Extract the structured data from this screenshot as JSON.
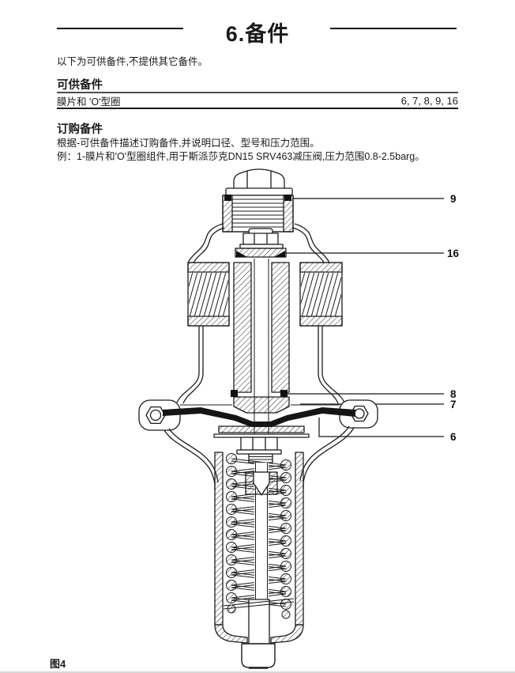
{
  "page": {
    "title": "6.备件",
    "intro": "以下为可供备件,不提供其它备件。"
  },
  "available": {
    "heading": "可供备件",
    "rows": [
      {
        "item": "膜片和 'O'型圈",
        "parts": "6, 7, 8, 9, 16"
      }
    ]
  },
  "ordering": {
    "heading": "订购备件",
    "instruction": "根据-可供备件描述订购备件,并说明口径、型号和压力范围。",
    "example": "例：1-膜片和'O'型圈组件,用于斯派莎克DN15 SRV463减压阀,压力范围0.8-2.5barg。"
  },
  "figure": {
    "caption": "图4",
    "callouts": [
      {
        "label": "9"
      },
      {
        "label": "16"
      },
      {
        "label": "8"
      },
      {
        "label": "7"
      },
      {
        "label": "6"
      }
    ],
    "colors": {
      "ink": "#1c1c1c",
      "paper": "#ffffff",
      "seal": "#111111",
      "leader": "#3d3d3d"
    }
  }
}
